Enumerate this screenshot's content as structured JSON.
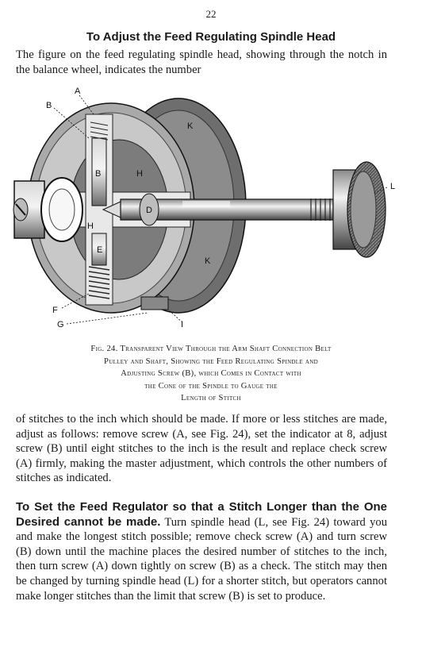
{
  "page": {
    "number": "22"
  },
  "section1": {
    "heading": "To Adjust the Feed Regulating Spindle Head",
    "intro": "The figure on the feed regulating spindle head, showing through the notch in the balance wheel, indicates the number"
  },
  "figure": {
    "labels": {
      "a": "A",
      "b": "B",
      "b_inner": "B",
      "h_upper": "H",
      "h_lower": "H",
      "d": "D",
      "k_upper": "K",
      "k_lower": "K",
      "e": "E",
      "f": "F",
      "g": "G",
      "i": "I",
      "l": "L"
    },
    "caption": {
      "fig_no": "Fig. 24.",
      "line1": "Transparent View Through the Arm Shaft Connection Belt",
      "line2": "Pulley and Shaft, Showing the Feed Regulating Spindle and",
      "line3": "Adjusting Screw (B), which Comes in Contact with",
      "line4": "the Cone of the Spindle to Gauge the",
      "line5": "Length of Stitch"
    }
  },
  "body": {
    "para1": "of stitches to the inch which should be made. If more or less stitches are made, adjust as follows: remove screw (A, see Fig. 24), set the indicator at 8, adjust screw (B) until eight stitches to the inch is the result and replace check screw (A) firmly, making the master adjustment, which controls the other numbers of stitches as indicated.",
    "para2_lead": "To Set the Feed Regulator so that a Stitch Longer than the One Desired cannot be made.",
    "para2_text": " Turn spindle head (L, see Fig. 24) toward you and make the longest stitch possible; remove check screw (A) and turn screw (B) down until the machine places the desired number of stitches to the inch, then turn screw (A) down tightly on screw (B) as a check. The stitch may then be changed by turning spindle head (L) for a shorter stitch, but operators cannot make longer stitches than the limit that screw (B) is set to produce."
  }
}
